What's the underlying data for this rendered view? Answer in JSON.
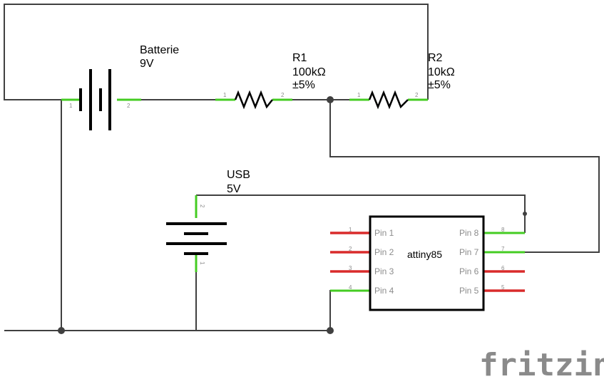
{
  "battery": {
    "name": "Batterie",
    "value": "9V",
    "pin1": "1",
    "pin2": "2"
  },
  "r1": {
    "name": "R1",
    "value": "100kΩ",
    "tolerance": "±5%",
    "pin1": "1",
    "pin2": "2"
  },
  "r2": {
    "name": "R2",
    "value": "10kΩ",
    "tolerance": "±5%",
    "pin1": "1",
    "pin2": "2"
  },
  "usb": {
    "name": "USB",
    "value": "5V",
    "pin_top": "2",
    "pin_bottom": "1"
  },
  "chip": {
    "name": "attiny85",
    "left_pins": [
      {
        "num": "1",
        "label": "Pin 1"
      },
      {
        "num": "2",
        "label": "Pin 2"
      },
      {
        "num": "3",
        "label": "Pin 3"
      },
      {
        "num": "4",
        "label": "Pin 4"
      }
    ],
    "right_pins": [
      {
        "num": "8",
        "label": "Pin 8"
      },
      {
        "num": "7",
        "label": "Pin 7"
      },
      {
        "num": "6",
        "label": "Pin 6"
      },
      {
        "num": "5",
        "label": "Pin 5"
      }
    ]
  },
  "logo": "fritzing",
  "colors": {
    "wire": "#404040",
    "connected_leg": "#44cc22",
    "unconnected_leg": "#d92b2b",
    "logo": "#8a8a8a"
  }
}
